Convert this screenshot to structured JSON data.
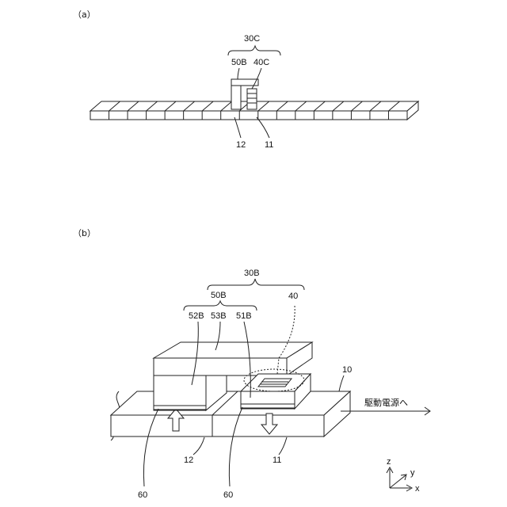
{
  "panel_a": {
    "label": "（a）",
    "labels": {
      "group": "30C",
      "part_b": "50B",
      "part_c": "40C",
      "seg_12": "12",
      "seg_11": "11"
    }
  },
  "panel_b": {
    "label": "（b）",
    "labels": {
      "group": "30B",
      "part_50b": "50B",
      "part_40": "40",
      "part_52b": "52B",
      "part_53b": "53B",
      "part_51b": "51B",
      "rail": "10",
      "seg_12": "12",
      "seg_11": "11",
      "base_left": "60",
      "base_right": "60",
      "power": "駆動電源へ"
    },
    "axes": {
      "z": "z",
      "y": "y",
      "x": "x"
    }
  }
}
